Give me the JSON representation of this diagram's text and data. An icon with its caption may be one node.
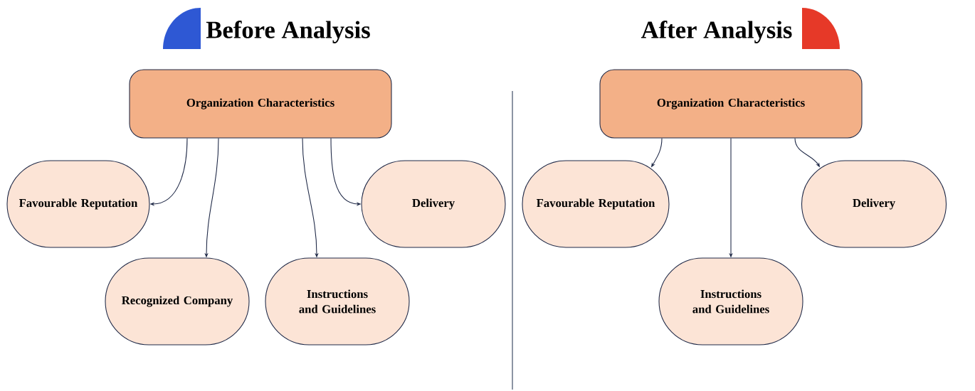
{
  "diagram": {
    "nodes": [
      {
        "text": [
          "Organization Characteristics"
        ]
      },
      {
        "text": [
          "Favourable Reputation"
        ]
      },
      {
        "text": [
          "Recognized Company"
        ]
      },
      {
        "text": [
          "Instructions and Guidelines"
        ]
      },
      {
        "text": [
          "Delivery"
        ]
      },
      {
        "text": [
          "Organization Characteristics"
        ]
      },
      {
        "text": [
          "Favourable Reputation"
        ]
      },
      {
        "text": [
          "Instructions and Guidelines"
        ]
      },
      {
        "text": [
          "Delivery"
        ]
      }
    ],
    "edges": [
      {
        "from": 0,
        "to": 1,
        "arrow": "to"
      },
      {
        "from": 0,
        "to": 2,
        "arrow": "to"
      },
      {
        "from": 0,
        "to": 3,
        "arrow": "to"
      },
      {
        "from": 0,
        "to": 4,
        "arrow": "to"
      },
      {
        "from": 5,
        "to": 6,
        "arrow": "to"
      },
      {
        "from": 5,
        "to": 7,
        "arrow": "to"
      },
      {
        "from": 5,
        "to": 8,
        "arrow": "to"
      }
    ],
    "labels": [
      "Before Analysis",
      "After Analysis"
    ]
  }
}
